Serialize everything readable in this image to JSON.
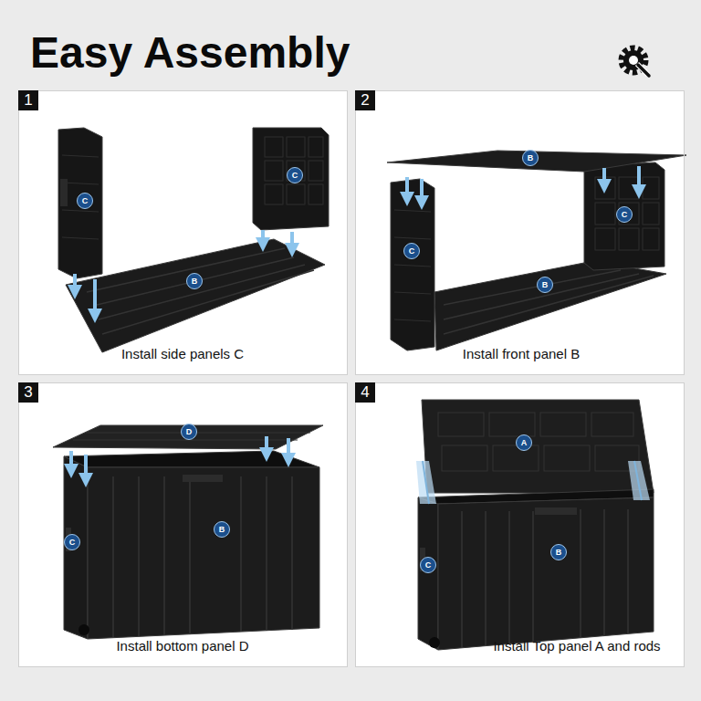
{
  "diagram": {
    "title": "Easy Assembly",
    "nodes": [
      {
        "text": [
          "1",
          "Install side panels C"
        ]
      },
      {
        "text": [
          "2",
          "Install front panel B"
        ]
      },
      {
        "text": [
          "3",
          "Install bottom panel D"
        ]
      },
      {
        "text": [
          "4",
          "Install Top panel A and rods"
        ]
      }
    ],
    "labels": [
      "C",
      "C",
      "B",
      "B",
      "C",
      "C",
      "B",
      "D",
      "C",
      "B",
      "A",
      "C",
      "B"
    ]
  }
}
